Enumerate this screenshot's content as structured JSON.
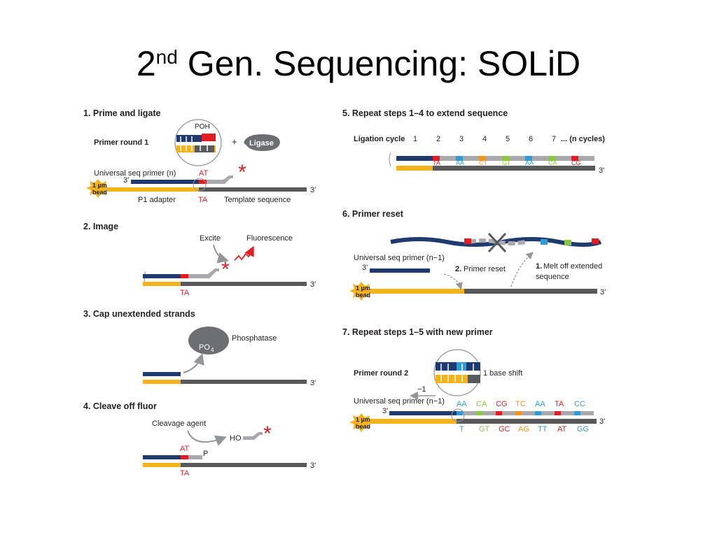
{
  "slide": {
    "title_pre": "2",
    "title_sup": "nd",
    "title_post": " Gen. Sequencing: SOLiD"
  },
  "colors": {
    "primer_navy": "#1f3a6e",
    "primer_yellow": "#f5b21b",
    "template_gray": "#58595b",
    "probe_gray": "#a7a9ac",
    "red": "#e31b23",
    "blue": "#2e9bd6",
    "green": "#8cc63f",
    "orange": "#f7941d"
  },
  "steps": {
    "s1": {
      "heading": "1. Prime and ligate",
      "primer_round": "Primer round 1",
      "poh": "POH",
      "plus": "+",
      "ligase": "Ligase",
      "universal": "Universal seq primer (n)",
      "at": "AT",
      "ta": "TA",
      "three_prime": "3'",
      "bead_1": "1 µm",
      "bead_2": "bead",
      "p1": "P1 adapter",
      "template": "Template sequence"
    },
    "s2": {
      "heading": "2. Image",
      "excite": "Excite",
      "fluor": "Fluorescence",
      "ta": "TA",
      "three_prime": "3'"
    },
    "s3": {
      "heading": "3. Cap unextended strands",
      "phosphatase": "Phosphatase",
      "po": "PO",
      "po_sub": "4",
      "three_prime": "3'"
    },
    "s4": {
      "heading": "4. Cleave off fluor",
      "cleavage": "Cleavage agent",
      "ho": "HO",
      "at": "AT",
      "ta": "TA",
      "p": "P",
      "three_prime": "3'"
    },
    "s5": {
      "heading": "5. Repeat steps 1–4 to extend sequence",
      "ligation_cycle": "Ligation cycle",
      "cycles": [
        "1",
        "2",
        "3",
        "4",
        "5",
        "6",
        "7"
      ],
      "n_cycles": "... (n cycles)",
      "pairs": [
        "TA",
        "AA",
        "CT",
        "GT",
        "AA",
        "CA",
        "CG"
      ],
      "three_prime": "3'"
    },
    "s6": {
      "heading": "6. Primer reset",
      "universal": "Universal seq primer (n−1)",
      "three_prime_left": "3'",
      "reset_num": "2.",
      "reset": " Primer reset",
      "melt_num": "1.",
      "melt_1": " Melt off extended",
      "melt_2": "sequence",
      "bead_1": "1 µm",
      "bead_2": "bead",
      "three_prime": "3'"
    },
    "s7": {
      "heading": "7. Repeat steps 1–5 with new primer",
      "primer_round": "Primer round 2",
      "shift": "1 base shift",
      "minus_one": "−1",
      "universal": "Universal seq primer (n−1)",
      "three_prime_left": "3'",
      "top_pairs": [
        "AA",
        "CA",
        "CG",
        "TC",
        "AA",
        "TA",
        "CC"
      ],
      "bottom_pairs": [
        "T",
        "GT",
        "GC",
        "AG",
        "TT",
        "AT",
        "GG"
      ],
      "bead_1": "1 µm",
      "bead_2": "bead",
      "three_prime": "3'"
    }
  }
}
